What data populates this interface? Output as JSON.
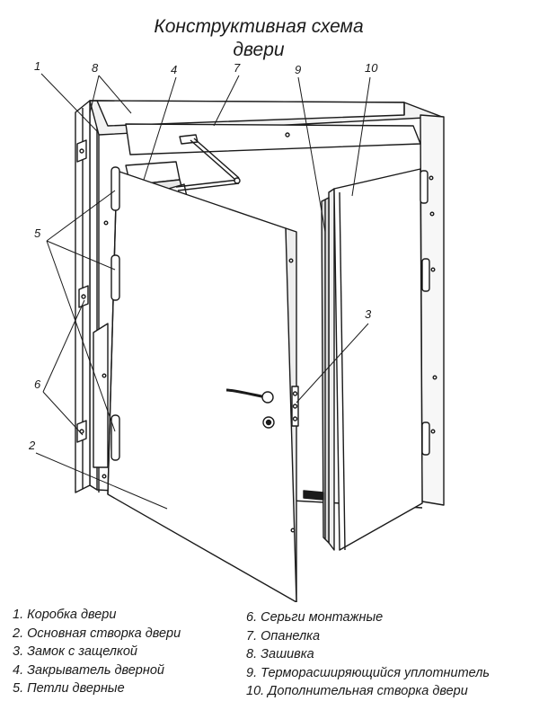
{
  "title": {
    "line1": "Конструктивная схема",
    "line2": "двери"
  },
  "callouts": [
    "1",
    "8",
    "4",
    "7",
    "9",
    "10",
    "5",
    "3",
    "6",
    "2"
  ],
  "legend": {
    "left": [
      "1. Коробка двери",
      "2. Основная створка двери",
      "3. Замок с защелкой",
      "4. Закрыватель дверной",
      "5. Петли дверные"
    ],
    "right": [
      "6. Серьги монтажные",
      "7. Опанелка",
      "8. Зашивка",
      "9. Терморасширяющийся уплотнитель",
      "10. Дополнительная створка двери"
    ]
  }
}
